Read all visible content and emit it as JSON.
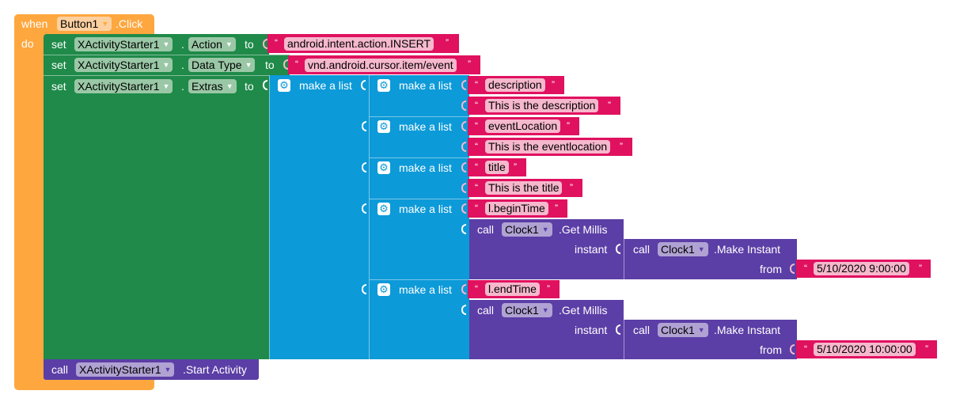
{
  "event": {
    "when_label": "when",
    "component": "Button1",
    "event_name": ".Click",
    "do_label": "do"
  },
  "labels": {
    "set": "set",
    "to": "to",
    "dot": ".",
    "call": "call",
    "make_list": "make a list",
    "instant": "instant",
    "from": "from",
    "open_quote": "“",
    "close_quote": "”"
  },
  "set_action": {
    "component": "XActivityStarter1",
    "property": "Action",
    "value": "android.intent.action.INSERT"
  },
  "set_datatype": {
    "component": "XActivityStarter1",
    "property": "Data Type",
    "value": "vnd.android.cursor.item/event"
  },
  "set_extras": {
    "component": "XActivityStarter1",
    "property": "Extras"
  },
  "pairs": [
    {
      "key": "description",
      "value": "This is the description"
    },
    {
      "key": "eventLocation",
      "value": "This is the eventlocation"
    },
    {
      "key": "title",
      "value": "This is the title"
    },
    {
      "key": "l.beginTime",
      "call_component": "Clock1",
      "call_method": ".Get Millis",
      "inner_component": "Clock1",
      "inner_method": ".Make Instant",
      "from_value": "5/10/2020 9:00:00"
    },
    {
      "key": "l.endTime",
      "call_component": "Clock1",
      "call_method": ".Get Millis",
      "inner_component": "Clock1",
      "inner_method": ".Make Instant",
      "from_value": "5/10/2020 10:00:00"
    }
  ],
  "final_call": {
    "component": "XActivityStarter1",
    "method": ".Start Activity"
  },
  "colors": {
    "event": "#fea73f",
    "setter": "#1f8a49",
    "list": "#0d9ad8",
    "text": "#e0115f",
    "method": "#5b3ea6"
  }
}
